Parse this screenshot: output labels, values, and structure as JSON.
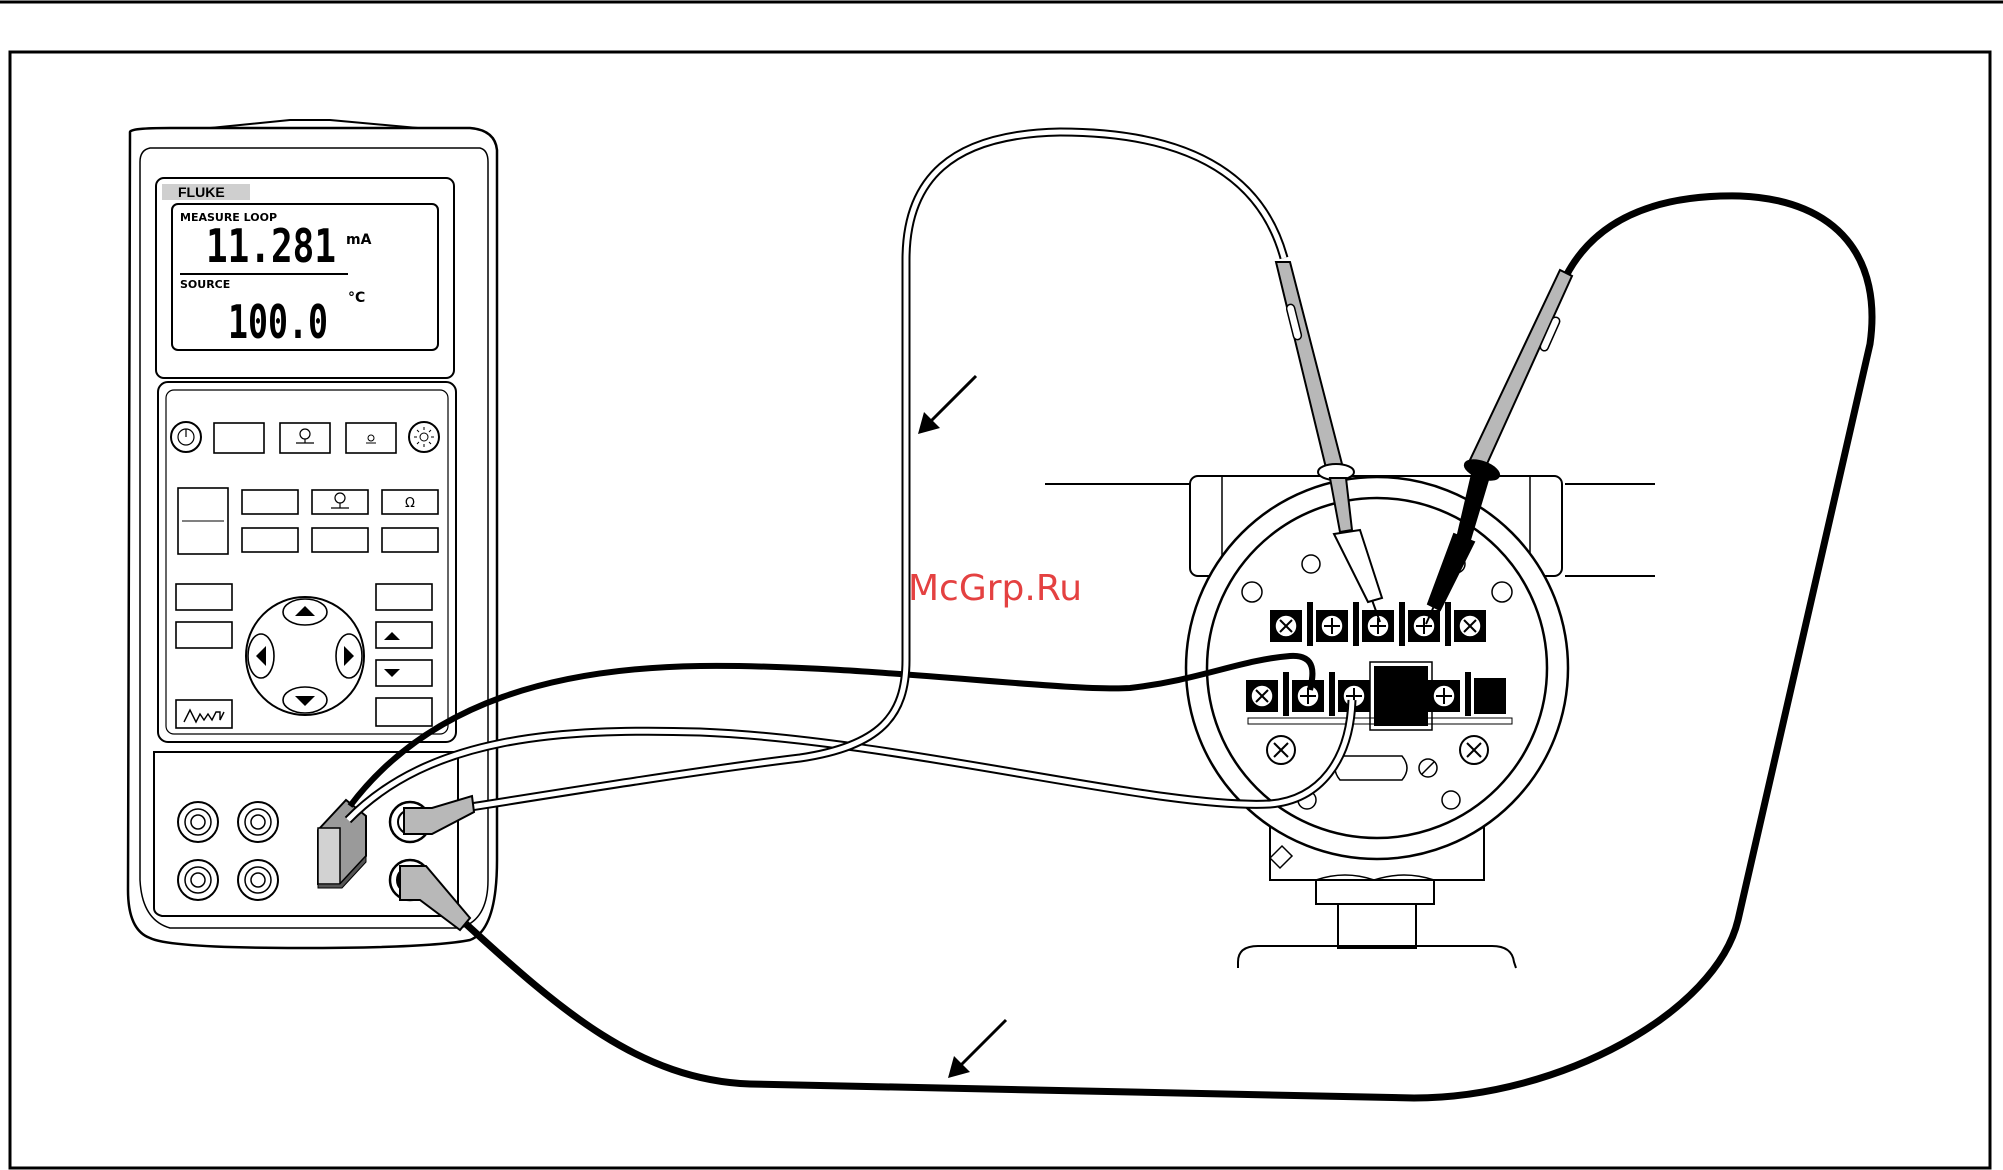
{
  "calibrator": {
    "brand": "FLUKE",
    "display": {
      "measure_label": "MEASURE LOOP",
      "measure_value": "11.281",
      "measure_unit": "mA",
      "source_label": "SOURCE",
      "source_value": "100.0",
      "source_unit": "°C"
    },
    "keys": {
      "ohm_label": "Ω"
    }
  },
  "watermark": "McGrp.Ru",
  "colors": {
    "line": "#000000",
    "lead_red": "#ffffff",
    "lead_black": "#000000",
    "probe_grey": "#b8b8b8",
    "watermark": "#e02020",
    "jack_block": "#8c8c8c"
  }
}
